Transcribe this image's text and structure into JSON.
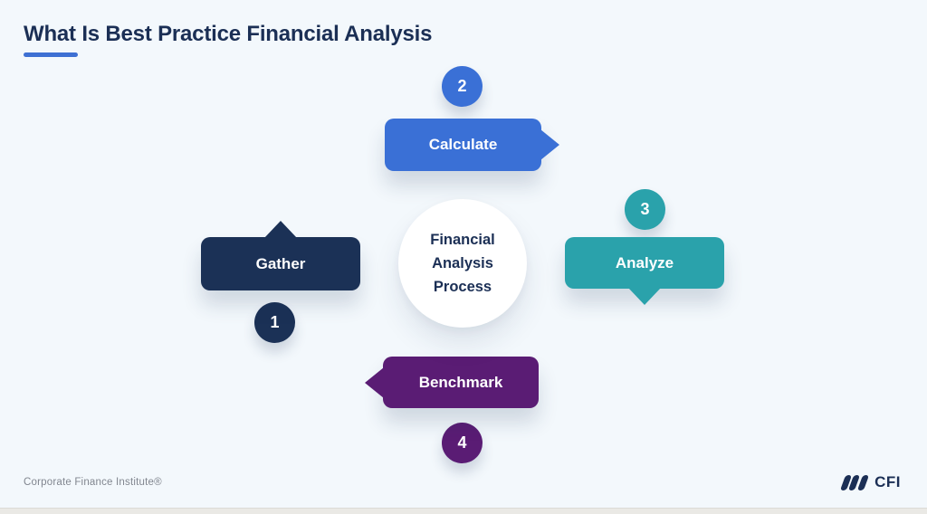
{
  "slide": {
    "title": "What Is Best Practice Financial Analysis",
    "footer": "Corporate Finance Institute®",
    "brand": "CFI"
  },
  "colors": {
    "background": "#f3f8fc",
    "title_text": "#1b2f55",
    "title_underline": "#3e70d3",
    "step_navy": "#1b3156",
    "step_blue": "#3a70d6",
    "step_teal": "#2aa2ab",
    "step_purple": "#5a1c74",
    "center_circle": "#ffffff",
    "footer_text": "#81868f"
  },
  "diagram": {
    "center": {
      "lines": [
        "Financial",
        "Analysis",
        "Process"
      ]
    },
    "steps": [
      {
        "number": "1",
        "label": "Gather",
        "position": "left",
        "arrow_direction": "up",
        "color": "#1b3156"
      },
      {
        "number": "2",
        "label": "Calculate",
        "position": "top",
        "arrow_direction": "right",
        "color": "#3a70d6"
      },
      {
        "number": "3",
        "label": "Analyze",
        "position": "right",
        "arrow_direction": "down",
        "color": "#2aa2ab"
      },
      {
        "number": "4",
        "label": "Benchmark",
        "position": "bottom",
        "arrow_direction": "left",
        "color": "#5a1c74"
      }
    ]
  }
}
